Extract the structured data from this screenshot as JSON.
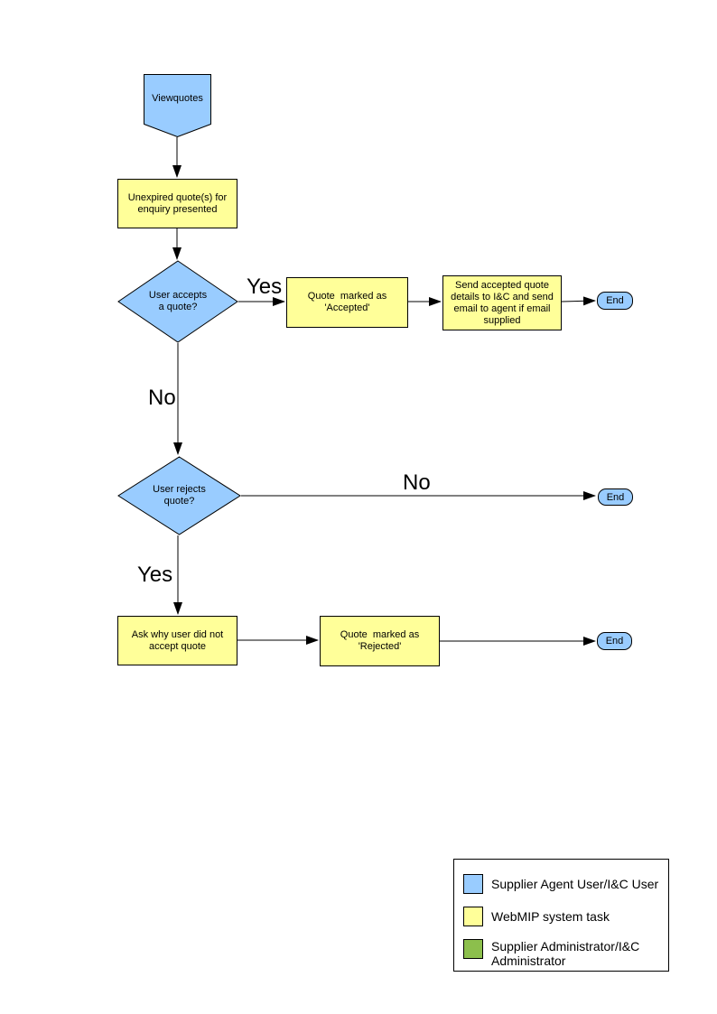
{
  "flowchart": {
    "nodes": {
      "start": {
        "label": "Viewquotes"
      },
      "unexpired_quotes": {
        "label": "Unexpired quote(s) for enquiry presented"
      },
      "accept_decision": {
        "label": "User accepts a quote?"
      },
      "mark_accepted": {
        "label": "Quote  marked as 'Accepted'"
      },
      "send_accepted": {
        "label": "Send accepted quote details to I&C and send email to agent if email supplied"
      },
      "end_accepted": {
        "label": "End"
      },
      "reject_decision": {
        "label": "User rejects quote?"
      },
      "end_not_rejected": {
        "label": "End"
      },
      "ask_why": {
        "label": "Ask why user did not accept quote"
      },
      "mark_rejected": {
        "label": "Quote  marked as 'Rejected'"
      },
      "end_rejected": {
        "label": "End"
      }
    },
    "edge_labels": {
      "accept_yes": "Yes",
      "accept_no": "No",
      "reject_no": "No",
      "reject_yes": "Yes"
    }
  },
  "legend": {
    "items": [
      {
        "color": "#99CCFF",
        "label": "Supplier Agent User/I&C User"
      },
      {
        "color": "#FFFF99",
        "label": "WebMIP system task"
      },
      {
        "color": "#8CBF4C",
        "label": "Supplier Administrator/I&C Administrator"
      }
    ]
  },
  "colors": {
    "user_shape": "#99CCFF",
    "system_task_shape": "#FFFF99",
    "administrator_shape": "#8CBF4C",
    "outline": "#000000",
    "background": "#FFFFFF"
  }
}
